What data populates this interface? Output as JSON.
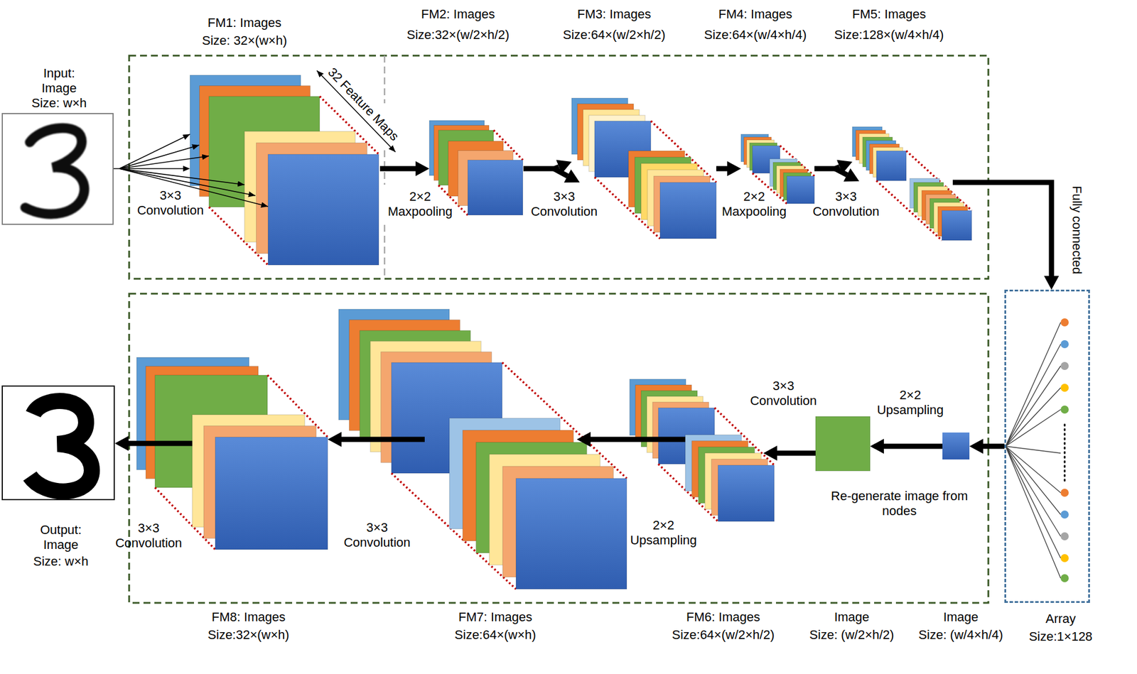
{
  "diagram": {
    "nodes": [
      {
        "text": [
          "Input: Image",
          "Size: w×h"
        ]
      },
      {
        "text": [
          "FM1: Images",
          "Size: 32×(w×h)"
        ]
      },
      {
        "text": [
          "FM2: Images",
          "Size:32×(w/2×h/2)"
        ]
      },
      {
        "text": [
          "FM3: Images",
          "Size:64×(w/2×h/2)"
        ]
      },
      {
        "text": [
          "FM4: Images",
          "Size:64×(w/4×h/4)"
        ]
      },
      {
        "text": [
          "FM5: Images",
          "Size:128×(w/4×h/4)"
        ]
      },
      {
        "text": [
          "Array",
          "Size:1×128"
        ]
      },
      {
        "text": [
          "Image",
          "Size: (w/4×h/4)"
        ]
      },
      {
        "text": [
          "Image",
          "Size: (w/2×h/2)"
        ]
      },
      {
        "text": [
          "FM6: Images",
          "Size:64×(w/2×h/2)"
        ]
      },
      {
        "text": [
          "FM7: Images",
          "Size:64×(w×h)"
        ]
      },
      {
        "text": [
          "FM8: Images",
          "Size:32×(w×h)"
        ]
      },
      {
        "text": [
          "Output: Image",
          "Size: w×h"
        ]
      }
    ],
    "edges": [
      {
        "from": 0,
        "to": 1,
        "arrow": "to",
        "label": "3×3 Convolution"
      },
      {
        "from": 1,
        "to": 2,
        "arrow": "to",
        "label": "2×2 Maxpooling"
      },
      {
        "from": 2,
        "to": 3,
        "arrow": "to",
        "label": "3×3 Convolution"
      },
      {
        "from": 3,
        "to": 4,
        "arrow": "to",
        "label": "2×2 Maxpooling"
      },
      {
        "from": 4,
        "to": 5,
        "arrow": "to",
        "label": "3×3 Convolution"
      },
      {
        "from": 5,
        "to": 6,
        "arrow": "to",
        "label": "Fully connected"
      },
      {
        "from": 6,
        "to": 7,
        "arrow": "to"
      },
      {
        "from": 7,
        "to": 8,
        "arrow": "to",
        "label": "2×2 Upsampling"
      },
      {
        "from": 8,
        "to": 9,
        "arrow": "to",
        "label": "3×3 Convolution"
      },
      {
        "from": 9,
        "to": 10,
        "arrow": "to",
        "label": "2×2 Upsampling"
      },
      {
        "from": 10,
        "to": 11,
        "arrow": "to",
        "label": "3×3 Convolution"
      },
      {
        "from": 11,
        "to": 12,
        "arrow": "to",
        "label": "3×3 Convolution"
      }
    ],
    "labels": [
      "32 Feature Maps",
      "Re-generate image from nodes"
    ]
  }
}
